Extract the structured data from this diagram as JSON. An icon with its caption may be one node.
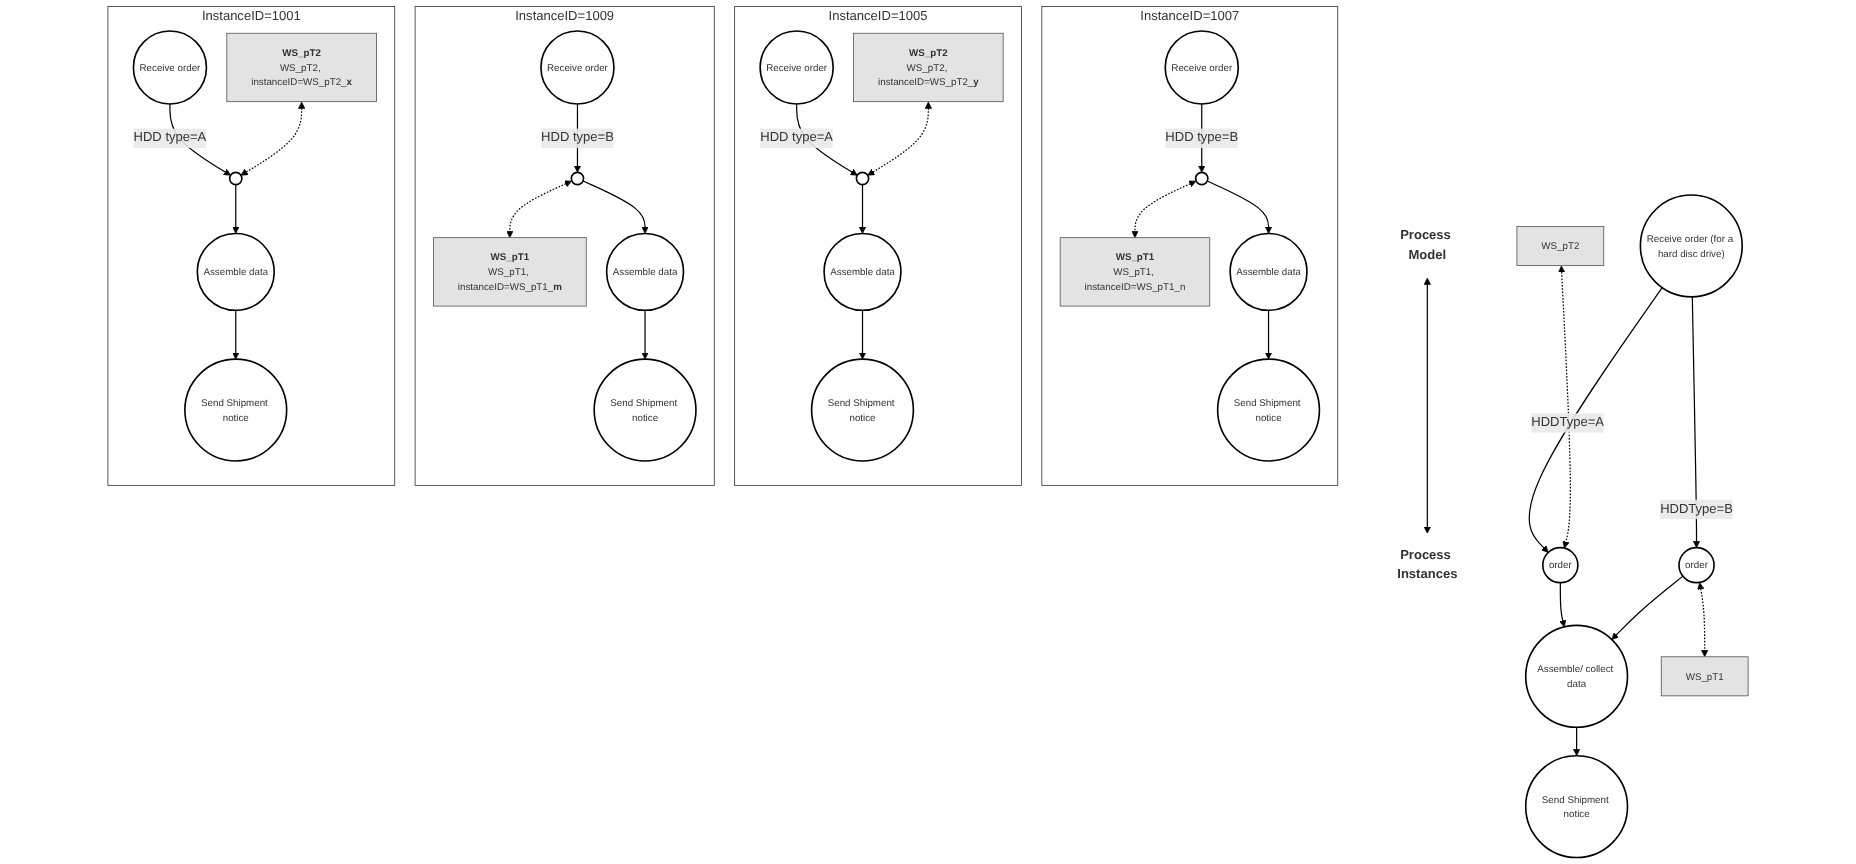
{
  "diagram": {
    "nodes": [
      {
        "text": [
          "Receive order (for a hard disc drive)"
        ]
      },
      {
        "text": [
          "order"
        ]
      },
      {
        "text": [
          "order"
        ]
      },
      {
        "text": [
          "WS_pT2"
        ]
      },
      {
        "text": [
          "WS_pT1"
        ]
      },
      {
        "text": [
          "Assemble/ collect data"
        ]
      },
      {
        "text": [
          "Send Shipment notice"
        ]
      },
      {
        "text": [
          "Process Model"
        ]
      },
      {
        "text": [
          "Process Instances"
        ]
      },
      {
        "text": [
          "InstanceID=1001"
        ]
      },
      {
        "text": [
          "Receive order"
        ],
        "in": 9
      },
      {
        "text": [],
        "shape": "circle",
        "in": 9
      },
      {
        "text": [
          "WS_pT2",
          "WS_pT2, instanceID=WS_pT2_**x**"
        ],
        "in": 9
      },
      {
        "text": [
          "Assemble data"
        ],
        "in": 9
      },
      {
        "text": [
          "Send Shipment notice"
        ],
        "in": 9
      },
      {
        "text": [
          "InstanceID=1009"
        ]
      },
      {
        "text": [
          "Receive order"
        ],
        "in": 15
      },
      {
        "text": [],
        "shape": "circle",
        "in": 15
      },
      {
        "text": [
          "WS_pT1",
          "WS_pT1, instanceID=WS_pT1_**m**"
        ],
        "in": 15
      },
      {
        "text": [
          "Assemble data"
        ],
        "in": 15
      },
      {
        "text": [
          "Send Shipment notice"
        ],
        "in": 15
      },
      {
        "text": [
          "InstanceID=1005"
        ]
      },
      {
        "text": [
          "Receive order"
        ],
        "in": 21
      },
      {
        "text": [],
        "shape": "circle",
        "in": 21
      },
      {
        "text": [
          "WS_pT2",
          "WS_pT2, instanceID=WS_pT2_**y**"
        ],
        "in": 21
      },
      {
        "text": [
          "Assemble data"
        ],
        "in": 21
      },
      {
        "text": [
          "Send Shipment notice"
        ],
        "in": 21
      },
      {
        "text": [
          "InstanceID=1007"
        ]
      },
      {
        "text": [
          "Receive order"
        ],
        "in": 27
      },
      {
        "text": [],
        "shape": "circle",
        "in": 27
      },
      {
        "text": [
          "WS_pT1",
          "WS_pT1, instanceID=WS_pT1_n"
        ],
        "in": 27
      },
      {
        "text": [
          "Assemble data"
        ],
        "in": 27
      },
      {
        "text": [
          "Send Shipment notice"
        ],
        "in": 27
      }
    ],
    "edges": [
      {
        "from": 0,
        "to": 1,
        "arrow": "to",
        "label": "HDDType=A"
      },
      {
        "from": 0,
        "to": 2,
        "arrow": "to",
        "label": "HDDType=B"
      },
      {
        "from": 3,
        "to": 1,
        "arrow": "both",
        "style": "dashed"
      },
      {
        "from": 2,
        "to": 4,
        "arrow": "both",
        "style": "dashed"
      },
      {
        "from": 1,
        "to": 5,
        "arrow": "to"
      },
      {
        "from": 2,
        "to": 5,
        "arrow": "to"
      },
      {
        "from": 5,
        "to": 6,
        "arrow": "to"
      },
      {
        "from": 7,
        "to": 8,
        "arrow": "both"
      },
      {
        "from": 10,
        "to": 11,
        "arrow": "to",
        "label": "HDD type=A"
      },
      {
        "from": 12,
        "to": 11,
        "arrow": "both",
        "style": "dashed"
      },
      {
        "from": 11,
        "to": 13,
        "arrow": "to"
      },
      {
        "from": 13,
        "to": 14,
        "arrow": "to"
      },
      {
        "from": 16,
        "to": 17,
        "arrow": "to",
        "label": "HDD type=B"
      },
      {
        "from": 17,
        "to": 18,
        "arrow": "both",
        "style": "dashed"
      },
      {
        "from": 17,
        "to": 19,
        "arrow": "to"
      },
      {
        "from": 19,
        "to": 20,
        "arrow": "to"
      },
      {
        "from": 22,
        "to": 23,
        "arrow": "to",
        "label": "HDD type=A"
      },
      {
        "from": 24,
        "to": 23,
        "arrow": "both",
        "style": "dashed"
      },
      {
        "from": 23,
        "to": 25,
        "arrow": "to"
      },
      {
        "from": 25,
        "to": 26,
        "arrow": "to"
      },
      {
        "from": 28,
        "to": 29,
        "arrow": "to",
        "label": "HDD type=B"
      },
      {
        "from": 29,
        "to": 30,
        "arrow": "both",
        "style": "dashed"
      },
      {
        "from": 29,
        "to": 31,
        "arrow": "to"
      },
      {
        "from": 31,
        "to": 32,
        "arrow": "to"
      }
    ]
  }
}
